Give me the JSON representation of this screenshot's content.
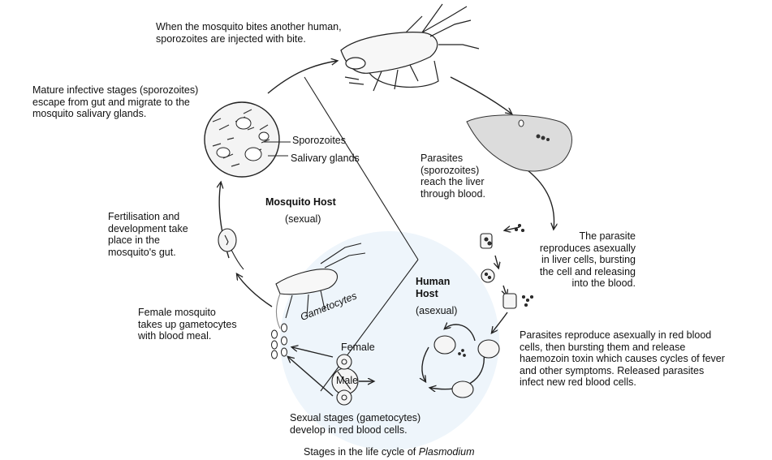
{
  "labels": {
    "bite_injection": [
      "When the mosquito bites another human,",
      "sporozoites are injected with bite."
    ],
    "sporozoites_migrate": [
      "Mature infective stages (sporozoites)",
      "escape from gut and migrate to the",
      "mosquito salivary glands."
    ],
    "sporozoites": "Sporozoites",
    "salivary_glands": "Salivary glands",
    "liver_reach": [
      "Parasites",
      "(sporozoites)",
      "reach the liver",
      "through blood."
    ],
    "fertilisation": [
      "Fertilisation and",
      "development take",
      "place in the",
      "mosquito's gut."
    ],
    "liver_reproduction": [
      "The parasite",
      "reproduces asexually",
      "in liver cells, bursting",
      "the cell and releasing",
      "into the blood."
    ],
    "gametocyte_uptake": [
      "Female  mosquito",
      "takes up gametocytes",
      "with blood  meal."
    ],
    "gametocytes": "Gametocytes",
    "female": "Female",
    "male": "Male",
    "rbc_reproduction": [
      "Parasites reproduce asexually in red blood",
      "cells, then bursting them and release",
      "haemozoin toxin which causes cycles of fever",
      "and other symptoms. Released parasites",
      "infect new red blood cells."
    ],
    "sexual_stages": [
      "Sexual stages (gametocytes)",
      "develop in red blood cells."
    ]
  },
  "hosts": {
    "mosquito_title": "Mosquito Host",
    "mosquito_sub": "(sexual)",
    "human_title": [
      "Human",
      "Host"
    ],
    "human_sub": "(asexual)"
  },
  "caption": {
    "prefix": "Stages in the life cycle of ",
    "organism": "Plasmodium"
  }
}
